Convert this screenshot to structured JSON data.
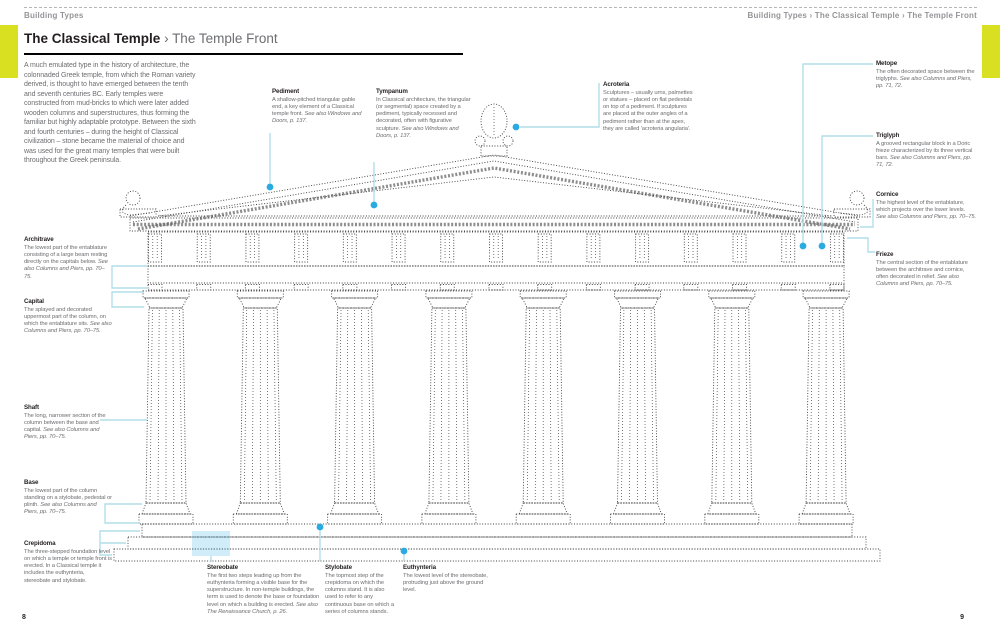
{
  "page": {
    "run_head_left": "Building Types",
    "run_head_right": "Building Types › The Classical Temple › The Temple Front",
    "title": "The Classical Temple",
    "subtitle": " › The Temple Front",
    "intro": "A much emulated type in the history of architecture, the colonnaded Greek temple, from which the Roman variety derived, is thought to have emerged between the tenth and seventh centuries BC. Early temples were constructed from mud-bricks to which were later added wooden columns and superstructures, thus forming the familiar but highly adaptable prototype. Between the sixth and fourth centuries – during the height of Classical civilization – stone became the material of choice and was used for the great many temples that were built throughout the Greek peninsula.",
    "page_number_left": "8",
    "page_number_right": "9"
  },
  "colors": {
    "accent_dot": "#29abe2",
    "leader_line": "#b3dee9",
    "stereobate_highlight": "#bfe3f2",
    "edge_tab": "#d9e021"
  },
  "annotations": {
    "pediment": {
      "term": "Pediment",
      "body": "A shallow-pitched triangular gable end, a key element of a Classical temple front.",
      "see": "See also Windows and Doors, p. 137."
    },
    "tympanum": {
      "term": "Tympanum",
      "body": "In Classical architecture, the triangular (or segmental) space created by a pediment, typically recessed and decorated, often with figurative sculpture.",
      "see": "See also Windows and Doors, p. 137."
    },
    "acroteria": {
      "term": "Acroteria",
      "body": "Sculptures – usually urns, palmettes or statues – placed on flat pedestals on top of a pediment. If sculptures are placed at the outer angles of a pediment rather than at the apex, they are called 'acroteria angularia'.",
      "see": ""
    },
    "metope": {
      "term": "Metope",
      "body": "The often decorated space between the triglyphs.",
      "see": "See also Columns and Piers, pp. 71, 72."
    },
    "triglyph": {
      "term": "Triglyph",
      "body": "A grooved rectangular block in a Doric frieze characterized by its three vertical bars.",
      "see": "See also Columns and Piers, pp. 71, 72."
    },
    "cornice": {
      "term": "Cornice",
      "body": "The highest level of the entablature, which projects over the lower levels.",
      "see": "See also Columns and Piers, pp. 70–75."
    },
    "frieze": {
      "term": "Frieze",
      "body": "The central section of the entablature between the architrave and cornice, often decorated in relief.",
      "see": "See also Columns and Piers, pp. 70–75."
    },
    "architrave": {
      "term": "Architrave",
      "body": "The lowest part of the entablature consisting of a large beam resting directly on the capitals below.",
      "see": "See also Columns and Piers, pp. 70–75."
    },
    "capital": {
      "term": "Capital",
      "body": "The splayed and decorated uppermost part of the column, on which the entablature sits.",
      "see": "See also Columns and Piers, pp. 70–75."
    },
    "shaft": {
      "term": "Shaft",
      "body": "The long, narrower section of the column between the base and capital.",
      "see": "See also Columns and Piers, pp. 70–75."
    },
    "base": {
      "term": "Base",
      "body": "The lowest part of the column standing on a stylobate, pedestal or plinth.",
      "see": "See also Columns and Piers, pp. 70–75."
    },
    "crepidoma": {
      "term": "Crepidoma",
      "body": "The three-stepped foundation level on which a temple or temple front is erected. In a Classical temple it includes the euthynteria, stereobate and stylobate.",
      "see": ""
    },
    "stereobate": {
      "term": "Stereobate",
      "body": "The first two steps leading up from the euthynteria forming a visible base for the superstructure. In non-temple buildings, the term is used to denote the base or foundation level on which a building is erected.",
      "see": "See also The Renaissance Church, p. 26."
    },
    "stylobate": {
      "term": "Stylobate",
      "body": "The topmost step of the crepidoma on which the columns stand. It is also used to refer to any continuous base on which a series of columns stands.",
      "see": ""
    },
    "euthynteria": {
      "term": "Euthynteria",
      "body": "The lowest level of the stereobate, protruding just above the ground level.",
      "see": ""
    }
  }
}
